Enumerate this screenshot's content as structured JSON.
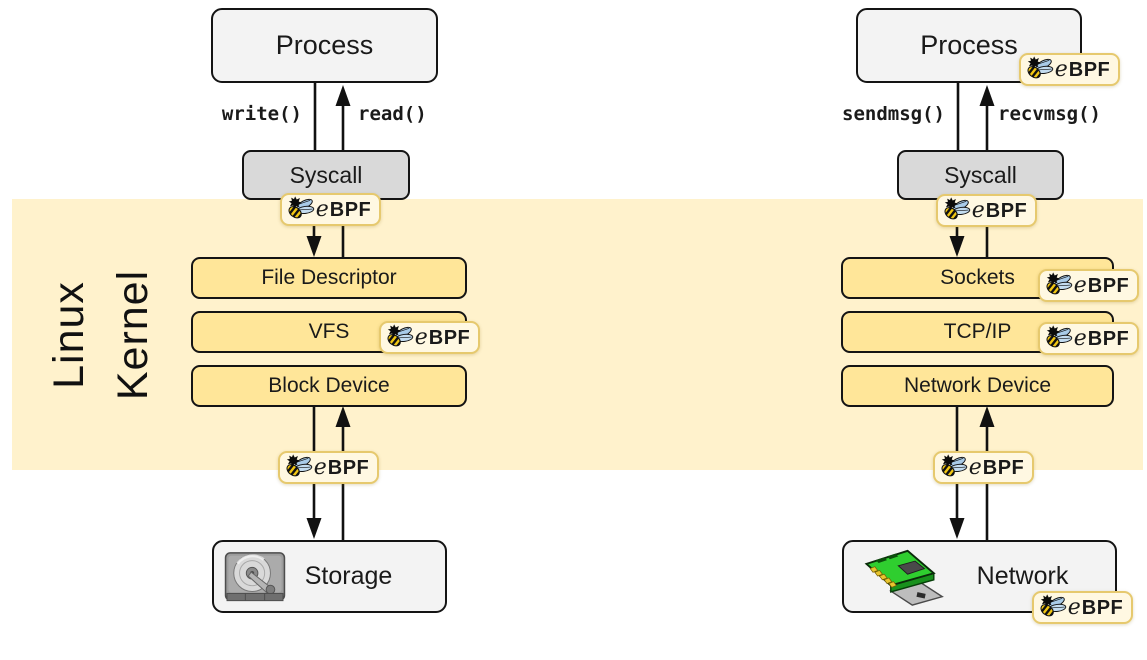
{
  "palette": {
    "kernel_band": "#FFF2CC",
    "kernel_layer_box": "#FFE699",
    "process_box": "#F3F3F3",
    "syscall_box": "#D9D9D9",
    "badge_fill": "#FFF8E2",
    "badge_border": "#E6C96E",
    "outline": "#141414",
    "bee_yellow": "#F2C714",
    "bee_wing_blue": "#AECDE8",
    "nic_green": "#2FCE2F"
  },
  "kernel_band_label": {
    "line1": "Linux",
    "line2": "Kernel"
  },
  "ebpf_badge": {
    "e": "e",
    "bpf": "BPF",
    "icon": "bee-icon"
  },
  "columns": {
    "left": {
      "process_label": "Process",
      "down_call": "write()",
      "up_call": "read()",
      "syscall_label": "Syscall",
      "layers": [
        "File Descriptor",
        "VFS",
        "Block Device"
      ],
      "device_label": "Storage",
      "device_icon": "hard-disk-icon"
    },
    "right": {
      "process_label": "Process",
      "down_call": "sendmsg()",
      "up_call": "recvmsg()",
      "syscall_label": "Syscall",
      "layers": [
        "Sockets",
        "TCP/IP",
        "Network Device"
      ],
      "device_label": "Network",
      "device_icon": "network-card-icon"
    }
  }
}
